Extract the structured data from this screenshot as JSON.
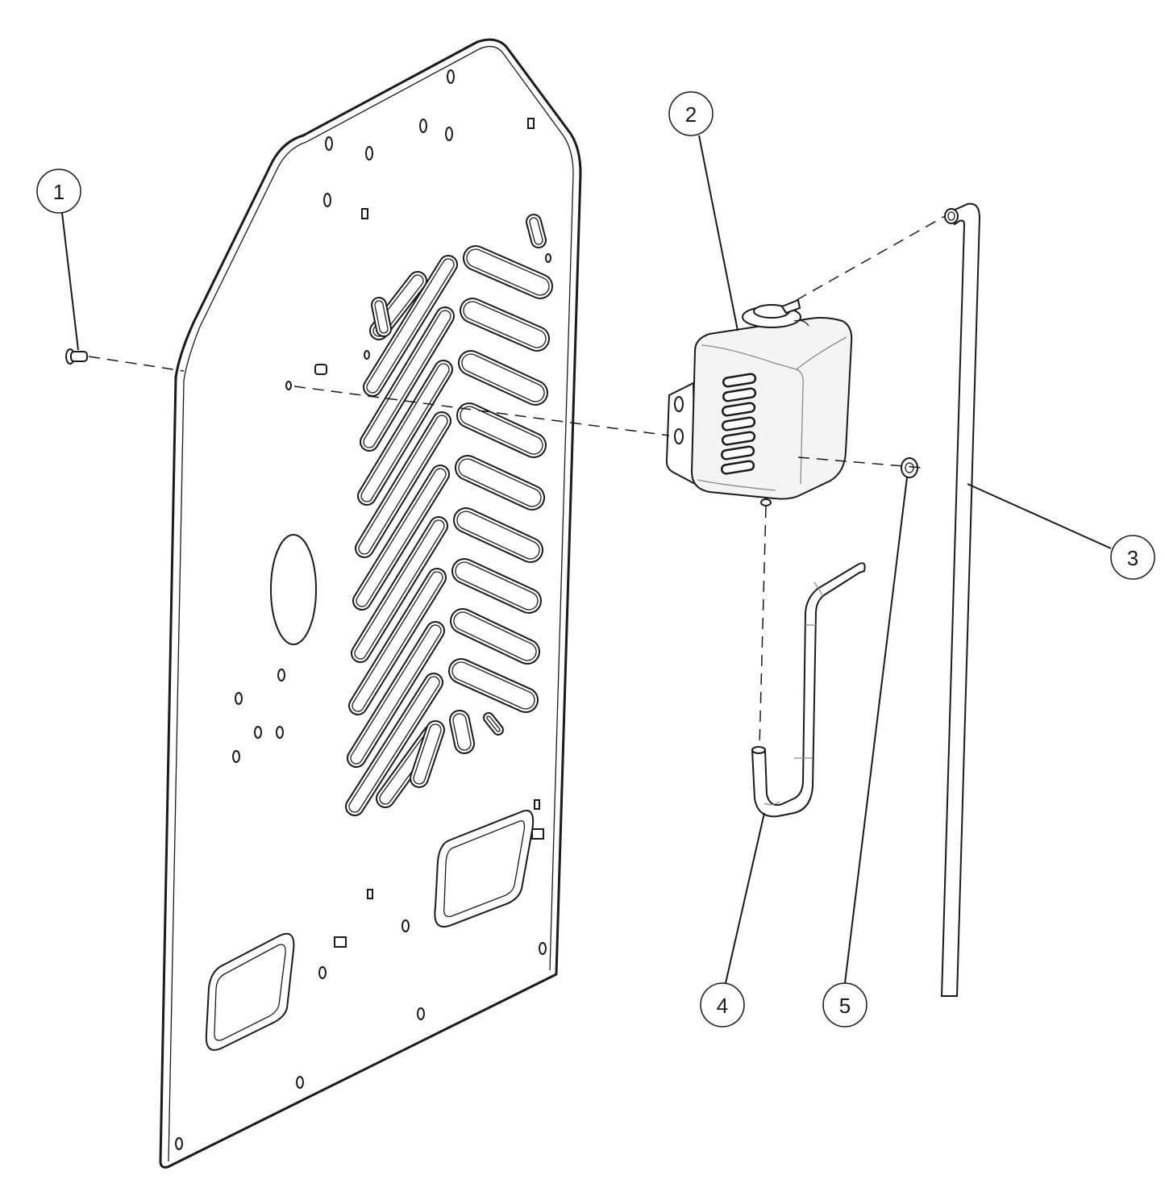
{
  "callouts": [
    {
      "id": "1",
      "label": "1"
    },
    {
      "id": "2",
      "label": "2"
    },
    {
      "id": "3",
      "label": "3"
    },
    {
      "id": "4",
      "label": "4"
    },
    {
      "id": "5",
      "label": "5"
    }
  ],
  "colors": {
    "line": "#1a1a1a",
    "background": "#ffffff",
    "tank_fill": "#f4f4f4"
  }
}
